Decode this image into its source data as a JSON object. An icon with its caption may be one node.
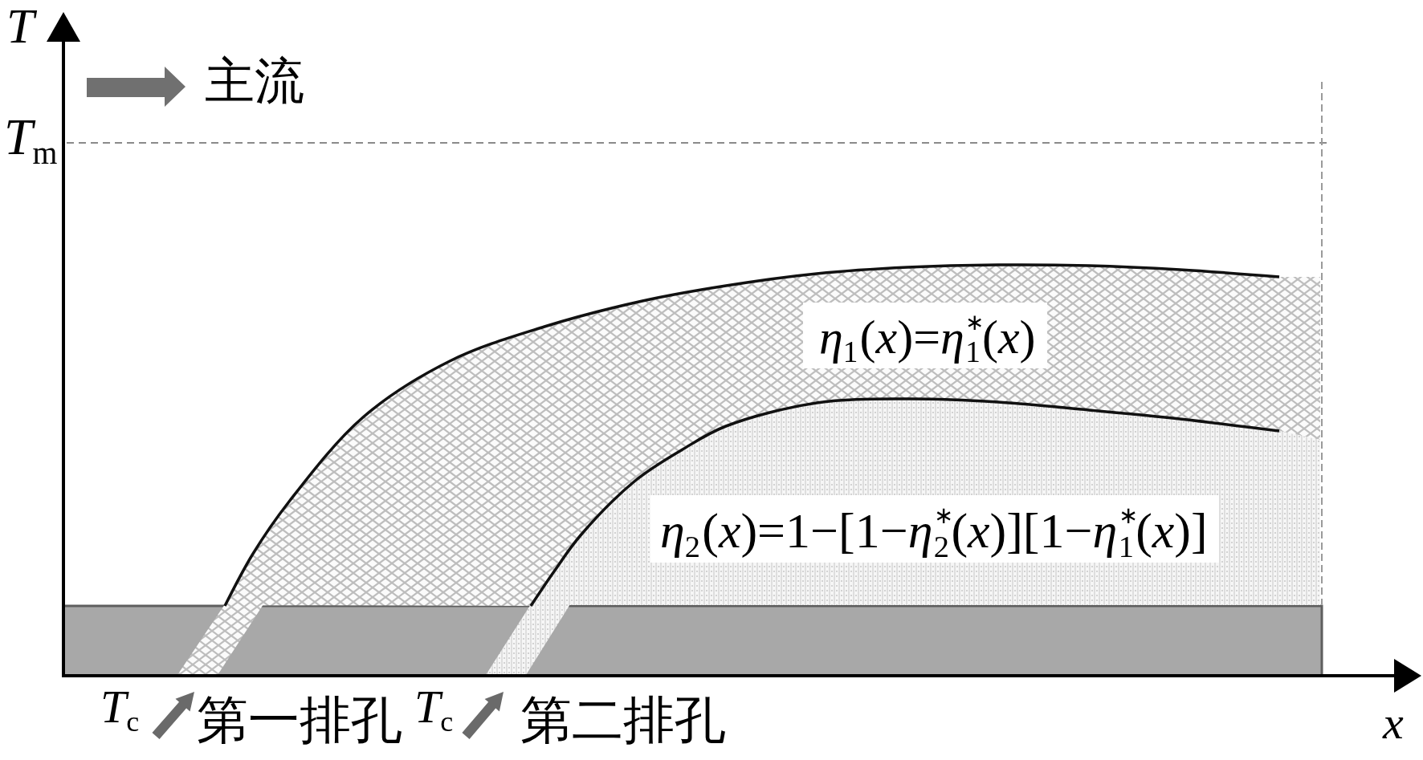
{
  "diagram": {
    "labels": [
      "T",
      "主流",
      "*T*$_{m}$",
      "*η*$_{1}$(*x*)=*η*$^{∗}$$_{1}$(*x*)",
      "*η*$_{2}$(*x*)=1−[1−*η*$^{∗}$$_{2}$(*x*)][1−*η*$^{∗}$$_{1}$(*x*)]",
      "*T*$_{c}$",
      "第一排孔",
      "*T*$_{c}$",
      "第二排孔",
      "x"
    ]
  }
}
